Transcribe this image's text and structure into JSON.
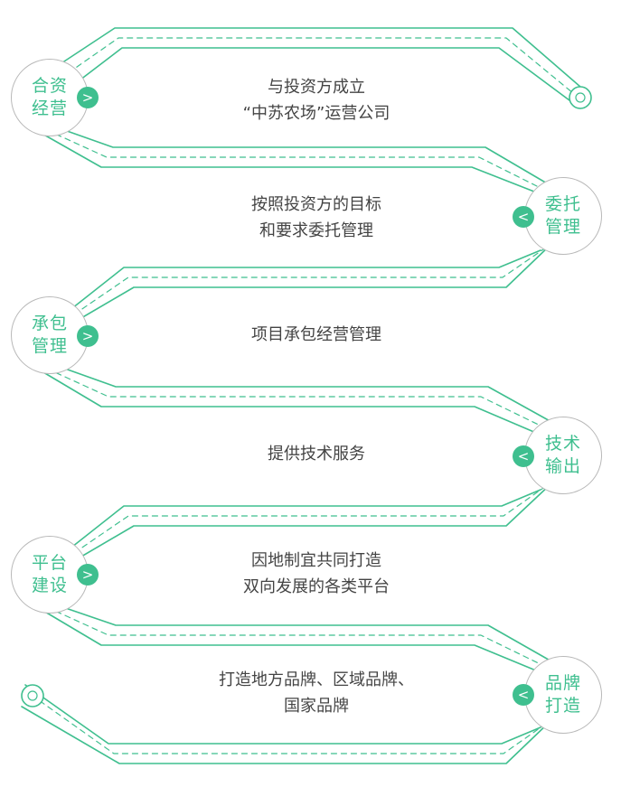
{
  "theme": {
    "accent": "#3fbf8f",
    "road": "#3fbf8f",
    "circle_border": "#b8b8b8",
    "text": "#444444"
  },
  "steps": [
    {
      "title": [
        "合资",
        "经营"
      ],
      "arrow": ">",
      "desc": [
        "与投资方成立",
        "“中苏农场”运营公司"
      ]
    },
    {
      "title": [
        "委托",
        "管理"
      ],
      "arrow": "<",
      "desc": [
        "按照投资方的目标",
        "和要求委托管理"
      ]
    },
    {
      "title": [
        "承包",
        "管理"
      ],
      "arrow": ">",
      "desc": [
        "项目承包经营管理"
      ]
    },
    {
      "title": [
        "技术",
        "输出"
      ],
      "arrow": "<",
      "desc": [
        "提供技术服务"
      ]
    },
    {
      "title": [
        "平台",
        "建设"
      ],
      "arrow": ">",
      "desc": [
        "因地制宜共同打造",
        "双向发展的各类平台"
      ]
    },
    {
      "title": [
        "品牌",
        "打造"
      ],
      "arrow": "<",
      "desc": [
        "打造地方品牌、区域品牌、",
        "国家品牌"
      ]
    }
  ]
}
